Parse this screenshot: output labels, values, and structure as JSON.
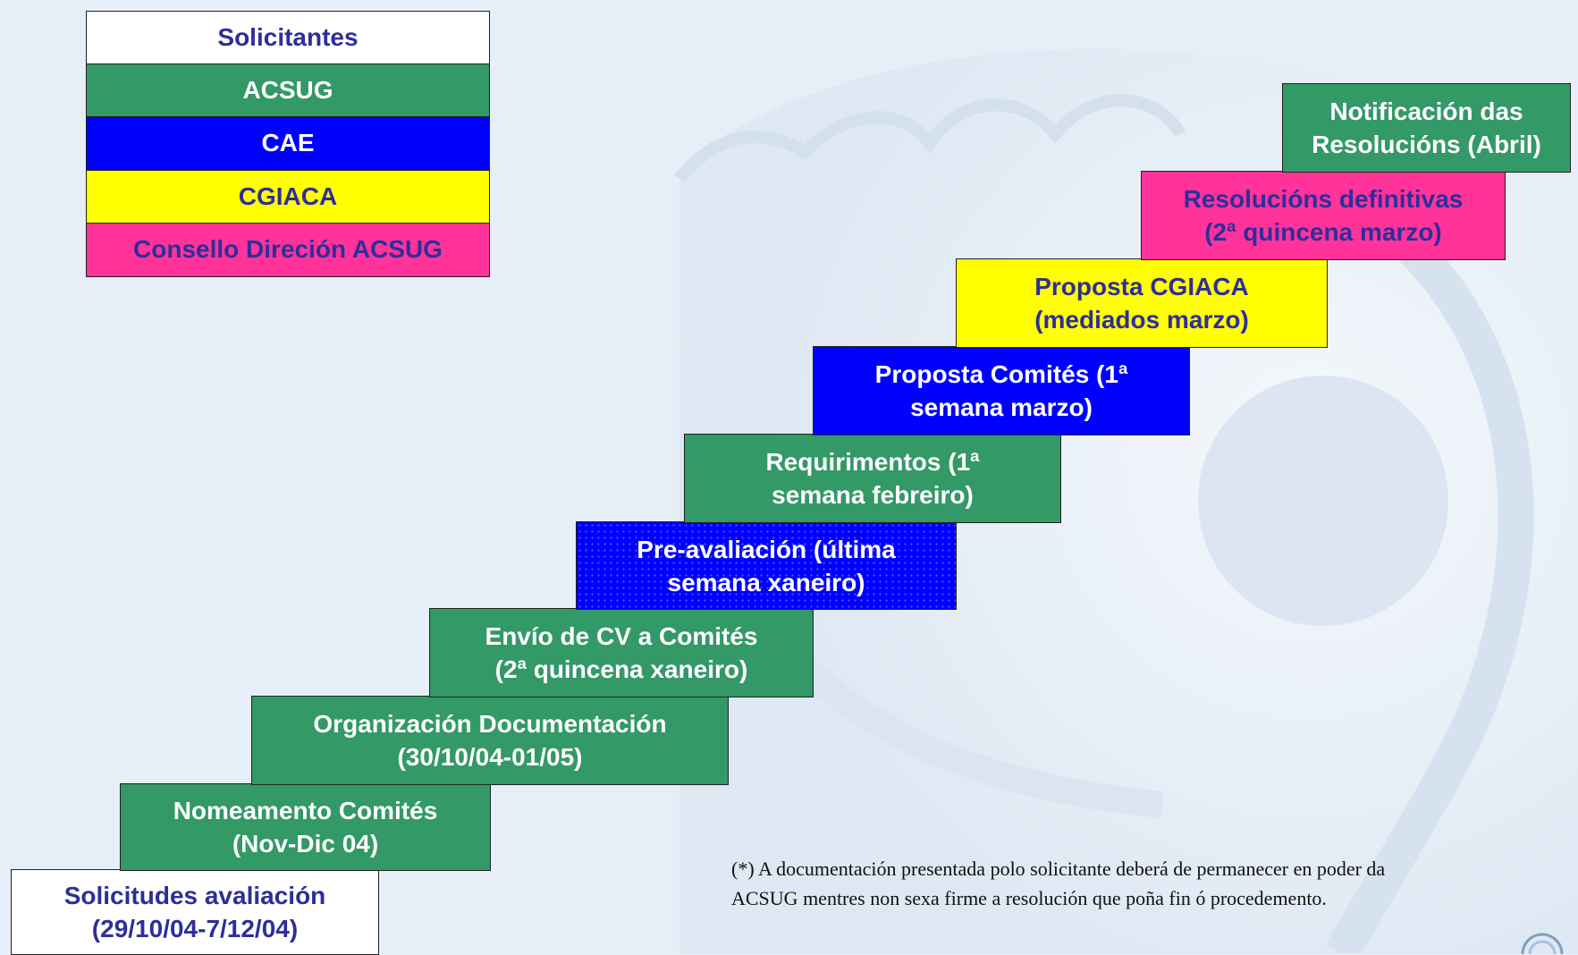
{
  "colors": {
    "solicitantes": "#ffffff",
    "acsug": "#339966",
    "cae": "#0000ff",
    "cgiaca": "#ffff00",
    "consello": "#ff3399",
    "text_dark": "#2e2e9a",
    "text_white": "#ffffff"
  },
  "legend": {
    "items": [
      {
        "label": "Solicitantes",
        "color_key": "solicitantes"
      },
      {
        "label": "ACSUG",
        "color_key": "acsug"
      },
      {
        "label": "CAE",
        "color_key": "cae"
      },
      {
        "label": "CGIACA",
        "color_key": "cgiaca"
      },
      {
        "label": "Consello Direción ACSUG",
        "color_key": "consello"
      }
    ]
  },
  "steps": [
    {
      "lines": [
        "Solicitudes avaliación",
        "(29/10/04-7/12/04)"
      ],
      "actor": "solicitantes"
    },
    {
      "lines": [
        "Nomeamento Comités",
        "(Nov-Dic 04)"
      ],
      "actor": "acsug"
    },
    {
      "lines": [
        "Organización Documentación",
        "(30/10/04-01/05)"
      ],
      "actor": "acsug"
    },
    {
      "lines": [
        "Envío de CV a Comités",
        "(2ª quincena xaneiro)"
      ],
      "actor": "acsug"
    },
    {
      "lines": [
        "Pre-avaliación (última",
        "semana xaneiro)"
      ],
      "actor": "cae"
    },
    {
      "lines": [
        "Requirimentos (1ª",
        "semana febreiro)"
      ],
      "actor": "acsug"
    },
    {
      "lines": [
        "Proposta Comités (1ª",
        "semana marzo)"
      ],
      "actor": "cae"
    },
    {
      "lines": [
        "Proposta CGIACA",
        "(mediados marzo)"
      ],
      "actor": "cgiaca"
    },
    {
      "lines": [
        "Resolucións definitivas",
        "(2ª quincena marzo)"
      ],
      "actor": "consello"
    },
    {
      "lines": [
        "Notificación das",
        "Resolucións (Abril)"
      ],
      "actor": "acsug"
    }
  ],
  "note": {
    "line1": "(*) A documentación presentada polo solicitante deberá de permanecer en  poder da",
    "line2": "ACSUG mentres non sexa firme a resolución que poña fin ó procedemento."
  }
}
